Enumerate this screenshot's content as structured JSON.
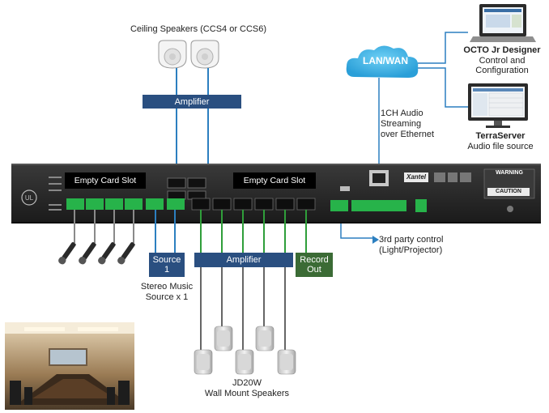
{
  "speakers_top": {
    "label": "Ceiling Speakers (CCS4 or CCS6)"
  },
  "amp_top": {
    "label": "Amplifier"
  },
  "cloud": {
    "label": "LAN/WAN"
  },
  "octo": {
    "title": "OCTO Jr Designer",
    "line1": "Control and",
    "line2": "Configuration"
  },
  "terra": {
    "title": "TerraServer",
    "line1": "Audio file source"
  },
  "streaming": {
    "line1": "1CH Audio",
    "line2": "Streaming",
    "line3": "over Ethernet"
  },
  "device": {
    "slot_left": "Empty Card Slot",
    "slot_right": "Empty Card Slot",
    "brand": "Xantel",
    "warning": "WARNING",
    "caution": "CAUTION"
  },
  "third_party": {
    "line1": "3rd party control",
    "line2": "(Light/Projector)"
  },
  "source_box": {
    "line1": "Source",
    "line2": "1"
  },
  "amp_bottom": {
    "label": "Amplifier"
  },
  "record_box": {
    "line1": "Record",
    "line2": "Out"
  },
  "stereo": {
    "line1": "Stereo Music",
    "line2": "Source x 1"
  },
  "wall": {
    "line1": "JD20W",
    "line2": "Wall Mount Speakers"
  },
  "colors": {
    "blue": "#2a4f80",
    "green": "#3b6b35",
    "cable_blue": "#2c7fc0",
    "cable_green": "#2f9e3a",
    "terminal_green": "#27b34a"
  }
}
